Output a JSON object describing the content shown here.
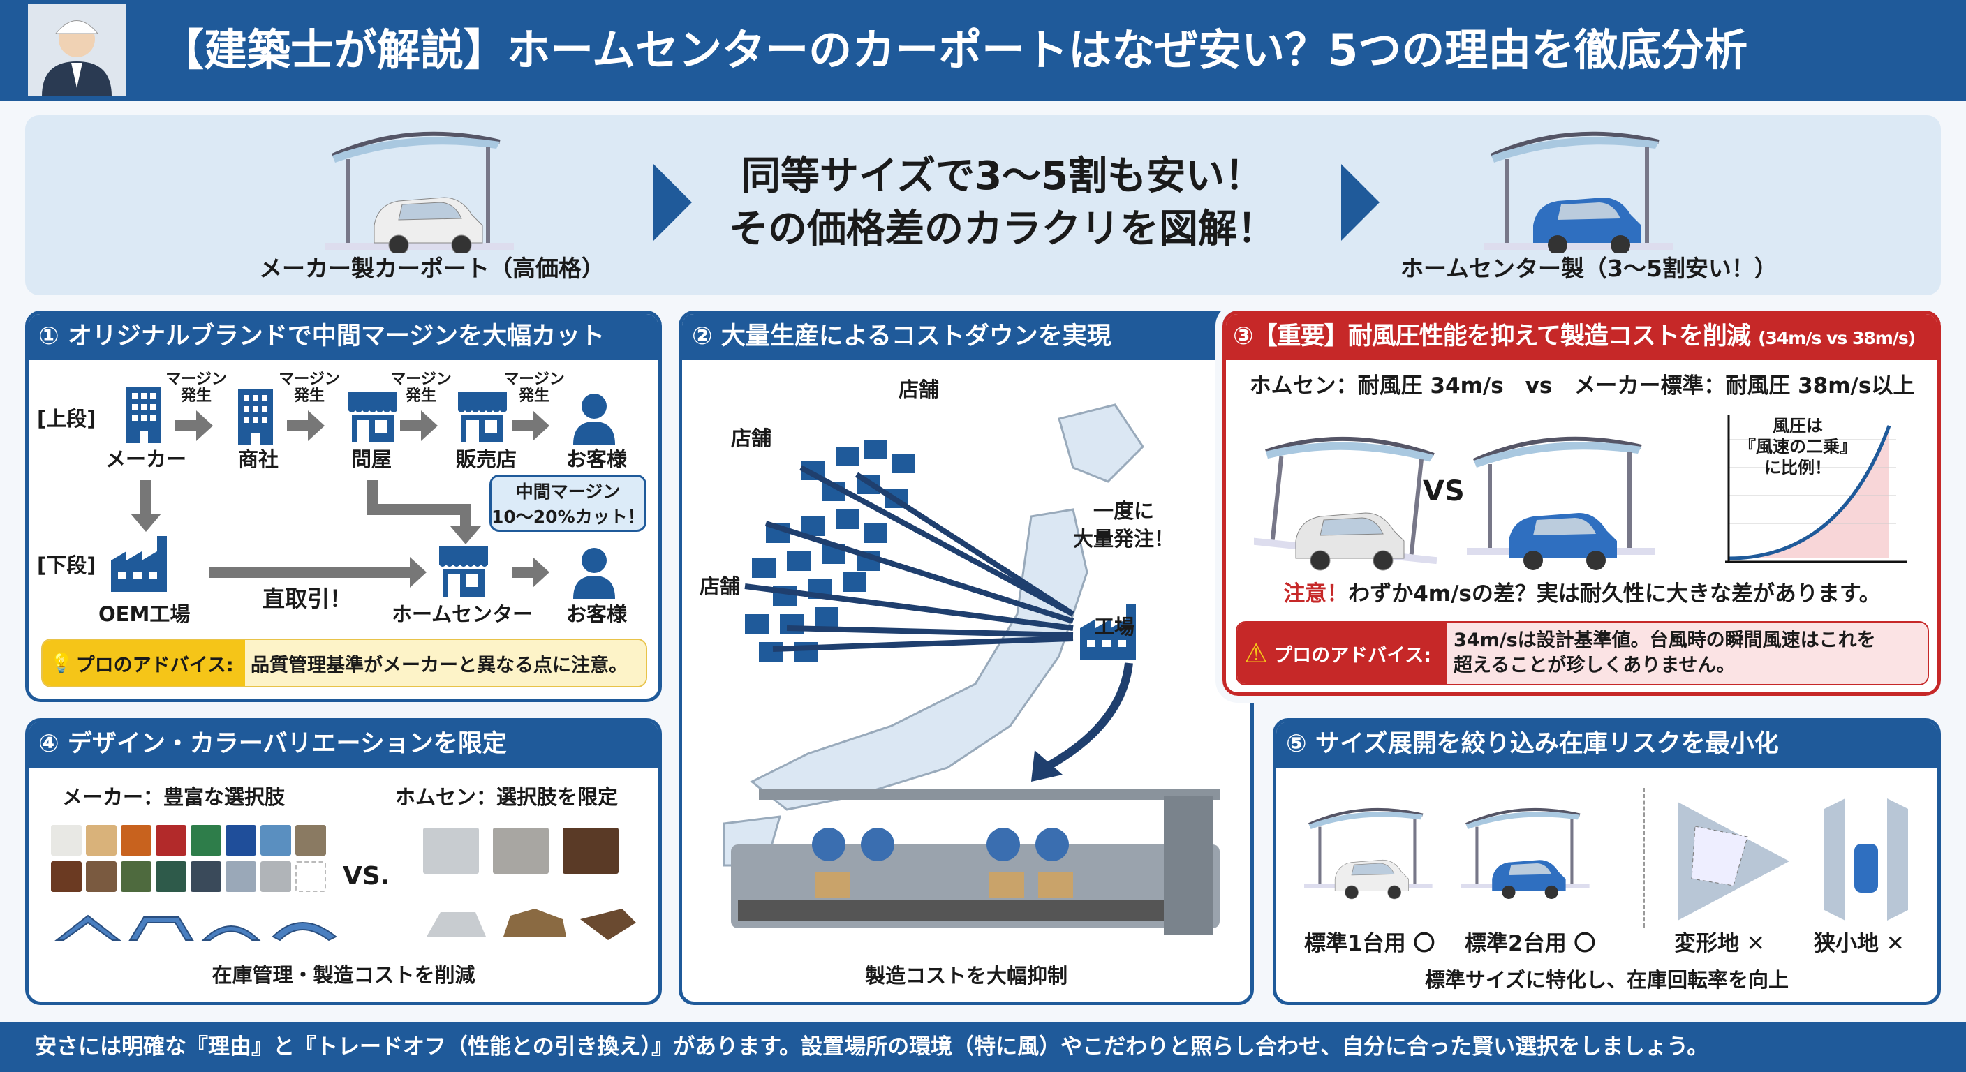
{
  "header": {
    "title": "【建築士が解説】ホームセンターのカーポートはなぜ安い？5つの理由を徹底分析",
    "avatar_icon": "architect-avatar-icon"
  },
  "hero": {
    "left_caption": "メーカー製カーポート（高価格）",
    "message_line1": "同等サイズで3〜5割も安い！",
    "message_line2": "その価格差のカラクリを図解！",
    "right_caption": "ホームセンター製（3〜5割安い！）"
  },
  "panel1": {
    "title": "① オリジナルブランドで中間マージンを大幅カット",
    "row_upper": "[上段]",
    "row_lower": "[下段]",
    "upper_nodes": [
      "メーカー",
      "商社",
      "問屋",
      "販売店",
      "お客様"
    ],
    "margin_label": "マージン発生",
    "lower_nodes": [
      "OEM工場",
      "ホームセンター",
      "お客様"
    ],
    "direct_label": "直取引！",
    "bubble_line1": "中間マージン",
    "bubble_line2": "10〜20%カット！",
    "advice_label": "プロのアドバイス:",
    "advice_text": "品質管理基準がメーカーと異なる点に注意。"
  },
  "panel2": {
    "title": "② 大量生産によるコストダウンを実現",
    "store_label": "店舗",
    "order_line1": "一度に",
    "order_line2": "大量発注！",
    "factory_label": "工場",
    "caption": "製造コストを大幅抑制"
  },
  "panel3": {
    "title": "③【重要】耐風圧性能を抑えて製造コストを削減",
    "title_suffix": "(34m/s vs 38m/s)",
    "comparison": "ホムセン：耐風圧 34m/s　vs　メーカー標準：耐風圧 38m/s以上",
    "vs": "VS",
    "graph_line1": "風圧は",
    "graph_line2": "『風速の二乗』",
    "graph_line3": "に比例！",
    "warning_prefix": "注意！",
    "warning_text": "わずか4m/sの差？実は耐久性に大きな差があります。",
    "advice_label": "プロのアドバイス:",
    "advice_line1": "34m/sは設計基準値。台風時の瞬間風速はこれを",
    "advice_line2": "超えることが珍しくありません。"
  },
  "panel4": {
    "title": "④ デザイン・カラーバリエーションを限定",
    "maker_label": "メーカー：豊富な選択肢",
    "homecenter_label": "ホムセン：選択肢を限定",
    "vs": "VS.",
    "caption": "在庫管理・製造コストを削減",
    "maker_colors": [
      "#e8e8e4",
      "#d9b27a",
      "#c8621e",
      "#b22a2a",
      "#2e7d4a",
      "#1f4e9a",
      "#5a8fc0",
      "#8a7a62",
      "#6b3a22",
      "#7a5a40",
      "#4e6a3e",
      "#2e5a4a",
      "#3a4a5a",
      "#9aa8b8",
      "#b0b4b8",
      "#ffffff"
    ],
    "homecenter_colors": [
      "#c8ccd0",
      "#a8a6a2",
      "#5a3a26"
    ]
  },
  "panel5": {
    "title": "⑤ サイズ展開を絞り込み在庫リスクを最小化",
    "items": [
      {
        "label": "標準1台用",
        "mark": "〇"
      },
      {
        "label": "標準2台用",
        "mark": "〇"
      },
      {
        "label": "変形地",
        "mark": "✕"
      },
      {
        "label": "狭小地",
        "mark": "✕"
      }
    ],
    "caption": "標準サイズに特化し、在庫回転率を向上"
  },
  "footer": {
    "text": "安さには明確な『理由』と『トレードオフ（性能との引き換え）』があります。設置場所の環境（特に風）やこだわりと照らし合わせ、自分に合った賢い選択をしましょう。"
  },
  "colors": {
    "primary": "#1f5a9a",
    "danger": "#c62828",
    "advice_yellow": "#f5c518",
    "hero_bg": "#dce9f5"
  }
}
